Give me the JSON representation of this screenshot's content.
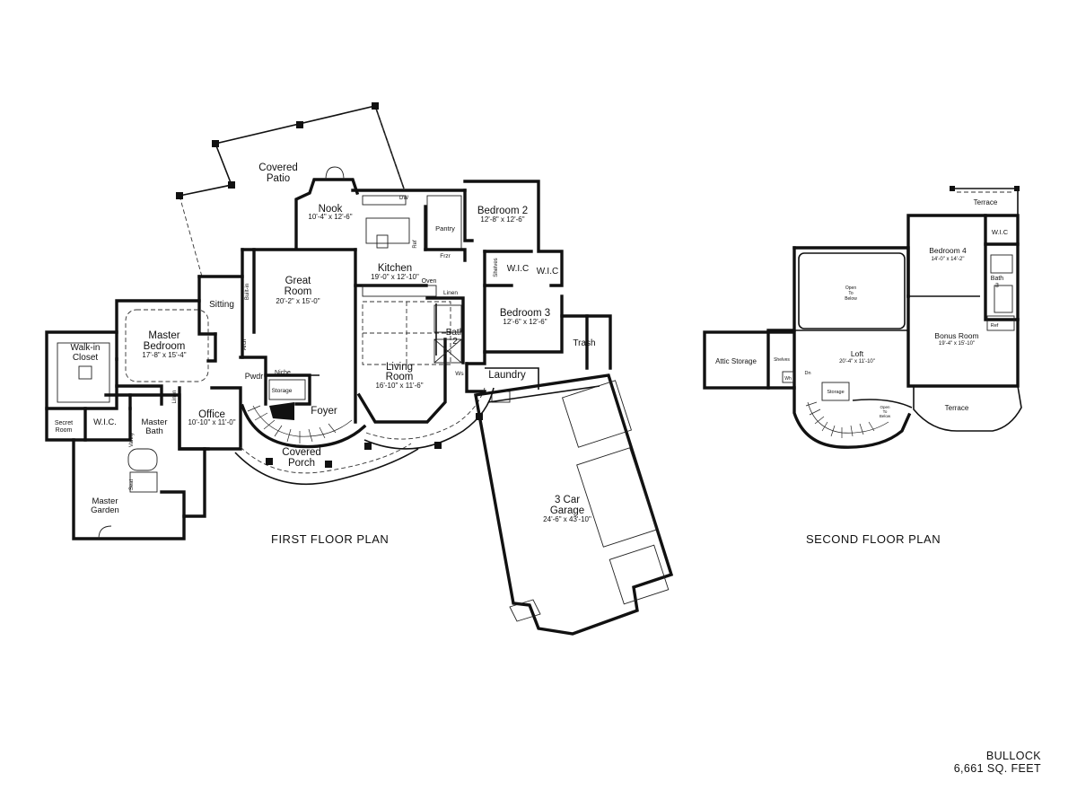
{
  "titles": {
    "first_floor": "FIRST FLOOR PLAN",
    "second_floor": "SECOND FLOOR PLAN"
  },
  "project": {
    "name": "BULLOCK",
    "area": "6,661 SQ. FEET"
  },
  "first_floor_rooms": [
    {
      "name": "Covered Patio",
      "lines": [
        "Covered",
        "Patio"
      ],
      "dims": ""
    },
    {
      "name": "Nook",
      "lines": [
        "Nook"
      ],
      "dims": "10'-4\" x 12'-6\""
    },
    {
      "name": "Pantry",
      "lines": [
        "Pantry"
      ],
      "dims": ""
    },
    {
      "name": "Bedroom 2",
      "lines": [
        "Bedroom 2"
      ],
      "dims": "12'-8\" x 12'-6\""
    },
    {
      "name": "Great Room",
      "lines": [
        "Great",
        "Room"
      ],
      "dims": "20'-2\" x 15'-0\""
    },
    {
      "name": "Kitchen",
      "lines": [
        "Kitchen"
      ],
      "dims": "19'-0\" x 12'-10\""
    },
    {
      "name": "W.I.C (Bed 2)",
      "lines": [
        "W.I.C"
      ],
      "dims": ""
    },
    {
      "name": "W.I.C (Bed 3)",
      "lines": [
        "W.I.C"
      ],
      "dims": ""
    },
    {
      "name": "Bedroom 3",
      "lines": [
        "Bedroom 3"
      ],
      "dims": "12'-6\" x 12'-6\""
    },
    {
      "name": "Sitting",
      "lines": [
        "Sitting"
      ],
      "dims": ""
    },
    {
      "name": "Master Bedroom",
      "lines": [
        "Master",
        "Bedroom"
      ],
      "dims": "17'-8\" x 15'-4\""
    },
    {
      "name": "Walk-in Closet",
      "lines": [
        "Walk-in",
        "Closet"
      ],
      "dims": ""
    },
    {
      "name": "Bath 2",
      "lines": [
        "Bath",
        "2"
      ],
      "dims": ""
    },
    {
      "name": "Trash",
      "lines": [
        "Trash"
      ],
      "dims": ""
    },
    {
      "name": "Living Room",
      "lines": [
        "Living",
        "Room"
      ],
      "dims": "16'-10\" x 11'-6\""
    },
    {
      "name": "Laundry",
      "lines": [
        "Laundry"
      ],
      "dims": ""
    },
    {
      "name": "Office",
      "lines": [
        "Office"
      ],
      "dims": "10'-10\" x 11'-0\""
    },
    {
      "name": "Foyer",
      "lines": [
        "Foyer"
      ],
      "dims": ""
    },
    {
      "name": "Master Bath",
      "lines": [
        "Master",
        "Bath"
      ],
      "dims": ""
    },
    {
      "name": "W.I.C. (Master)",
      "lines": [
        "W.I.C."
      ],
      "dims": ""
    },
    {
      "name": "Secret Room",
      "lines": [
        "Secret",
        "Room"
      ],
      "dims": ""
    },
    {
      "name": "Covered Porch",
      "lines": [
        "Covered",
        "Porch"
      ],
      "dims": ""
    },
    {
      "name": "Master Garden",
      "lines": [
        "Master",
        "Garden"
      ],
      "dims": ""
    },
    {
      "name": "3 Car Garage",
      "lines": [
        "3 Car",
        "Garage"
      ],
      "dims": "24'-6\" x 43'-10\""
    }
  ],
  "first_floor_small_labels": [
    "Pwdr",
    "Niche",
    "Storage",
    "Built-in",
    "Arch",
    "Linen",
    "Linen",
    "Oven",
    "Frzr",
    "Ref",
    "DW",
    "Shelves",
    "Ws",
    "Vanity",
    "Seat"
  ],
  "second_floor_rooms": [
    {
      "name": "Terrace (upper)",
      "lines": [
        "Terrace"
      ],
      "dims": ""
    },
    {
      "name": "Bedroom 4",
      "lines": [
        "Bedroom 4"
      ],
      "dims": "14'-0\" x 14'-2\""
    },
    {
      "name": "W.I.C",
      "lines": [
        "W.I.C"
      ],
      "dims": ""
    },
    {
      "name": "Open To Below (upper)",
      "lines": [
        "Open",
        "To",
        "Below"
      ],
      "dims": ""
    },
    {
      "name": "Bath 3",
      "lines": [
        "Bath",
        "3"
      ],
      "dims": ""
    },
    {
      "name": "Bonus Room",
      "lines": [
        "Bonus Room"
      ],
      "dims": "19'-4\" x 15'-10\""
    },
    {
      "name": "Attic Storage",
      "lines": [
        "Attic Storage"
      ],
      "dims": ""
    },
    {
      "name": "Loft",
      "lines": [
        "Loft"
      ],
      "dims": "20'-4\" x 11'-10\""
    },
    {
      "name": "Terrace (lower)",
      "lines": [
        "Terrace"
      ],
      "dims": ""
    },
    {
      "name": "Open To Below (stair)",
      "lines": [
        "Open",
        "To",
        "Below"
      ],
      "dims": ""
    }
  ],
  "second_floor_small_labels": [
    "Shelves",
    "Wh",
    "Storage",
    "Dn",
    "Ref"
  ]
}
